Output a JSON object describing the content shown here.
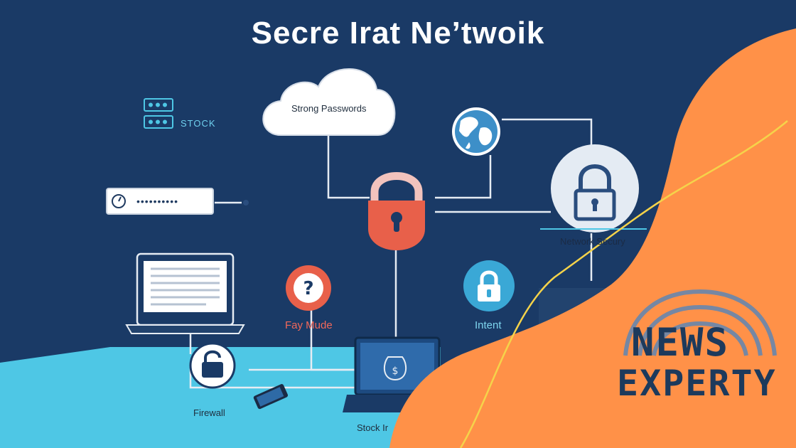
{
  "title": "Secre Irat Ne’twoik",
  "labels": {
    "cloud": "Strong Passwords",
    "stock": "STOCK",
    "network_security": "Network Secury",
    "fay_mude": "Fay Mude",
    "intent": "Intent",
    "firewall": "Firewall",
    "stock_bottom": "Stock Ir"
  },
  "password_mask": "••••••••••",
  "icons": [
    "cloud-icon",
    "server-icon",
    "password-field-icon",
    "globe-icon",
    "padlock-icon",
    "question-icon",
    "laptop-icon",
    "phone-icon"
  ],
  "logo": {
    "line1": "NEWS",
    "line2": "EXPERTY"
  },
  "colors": {
    "background": "#1a3a66",
    "floor": "#4ec7e5",
    "accent_orange": "#ff9148",
    "lock_red": "#e8604a",
    "curve_yellow": "#f5d34a",
    "line_white": "#e6ecf3"
  }
}
